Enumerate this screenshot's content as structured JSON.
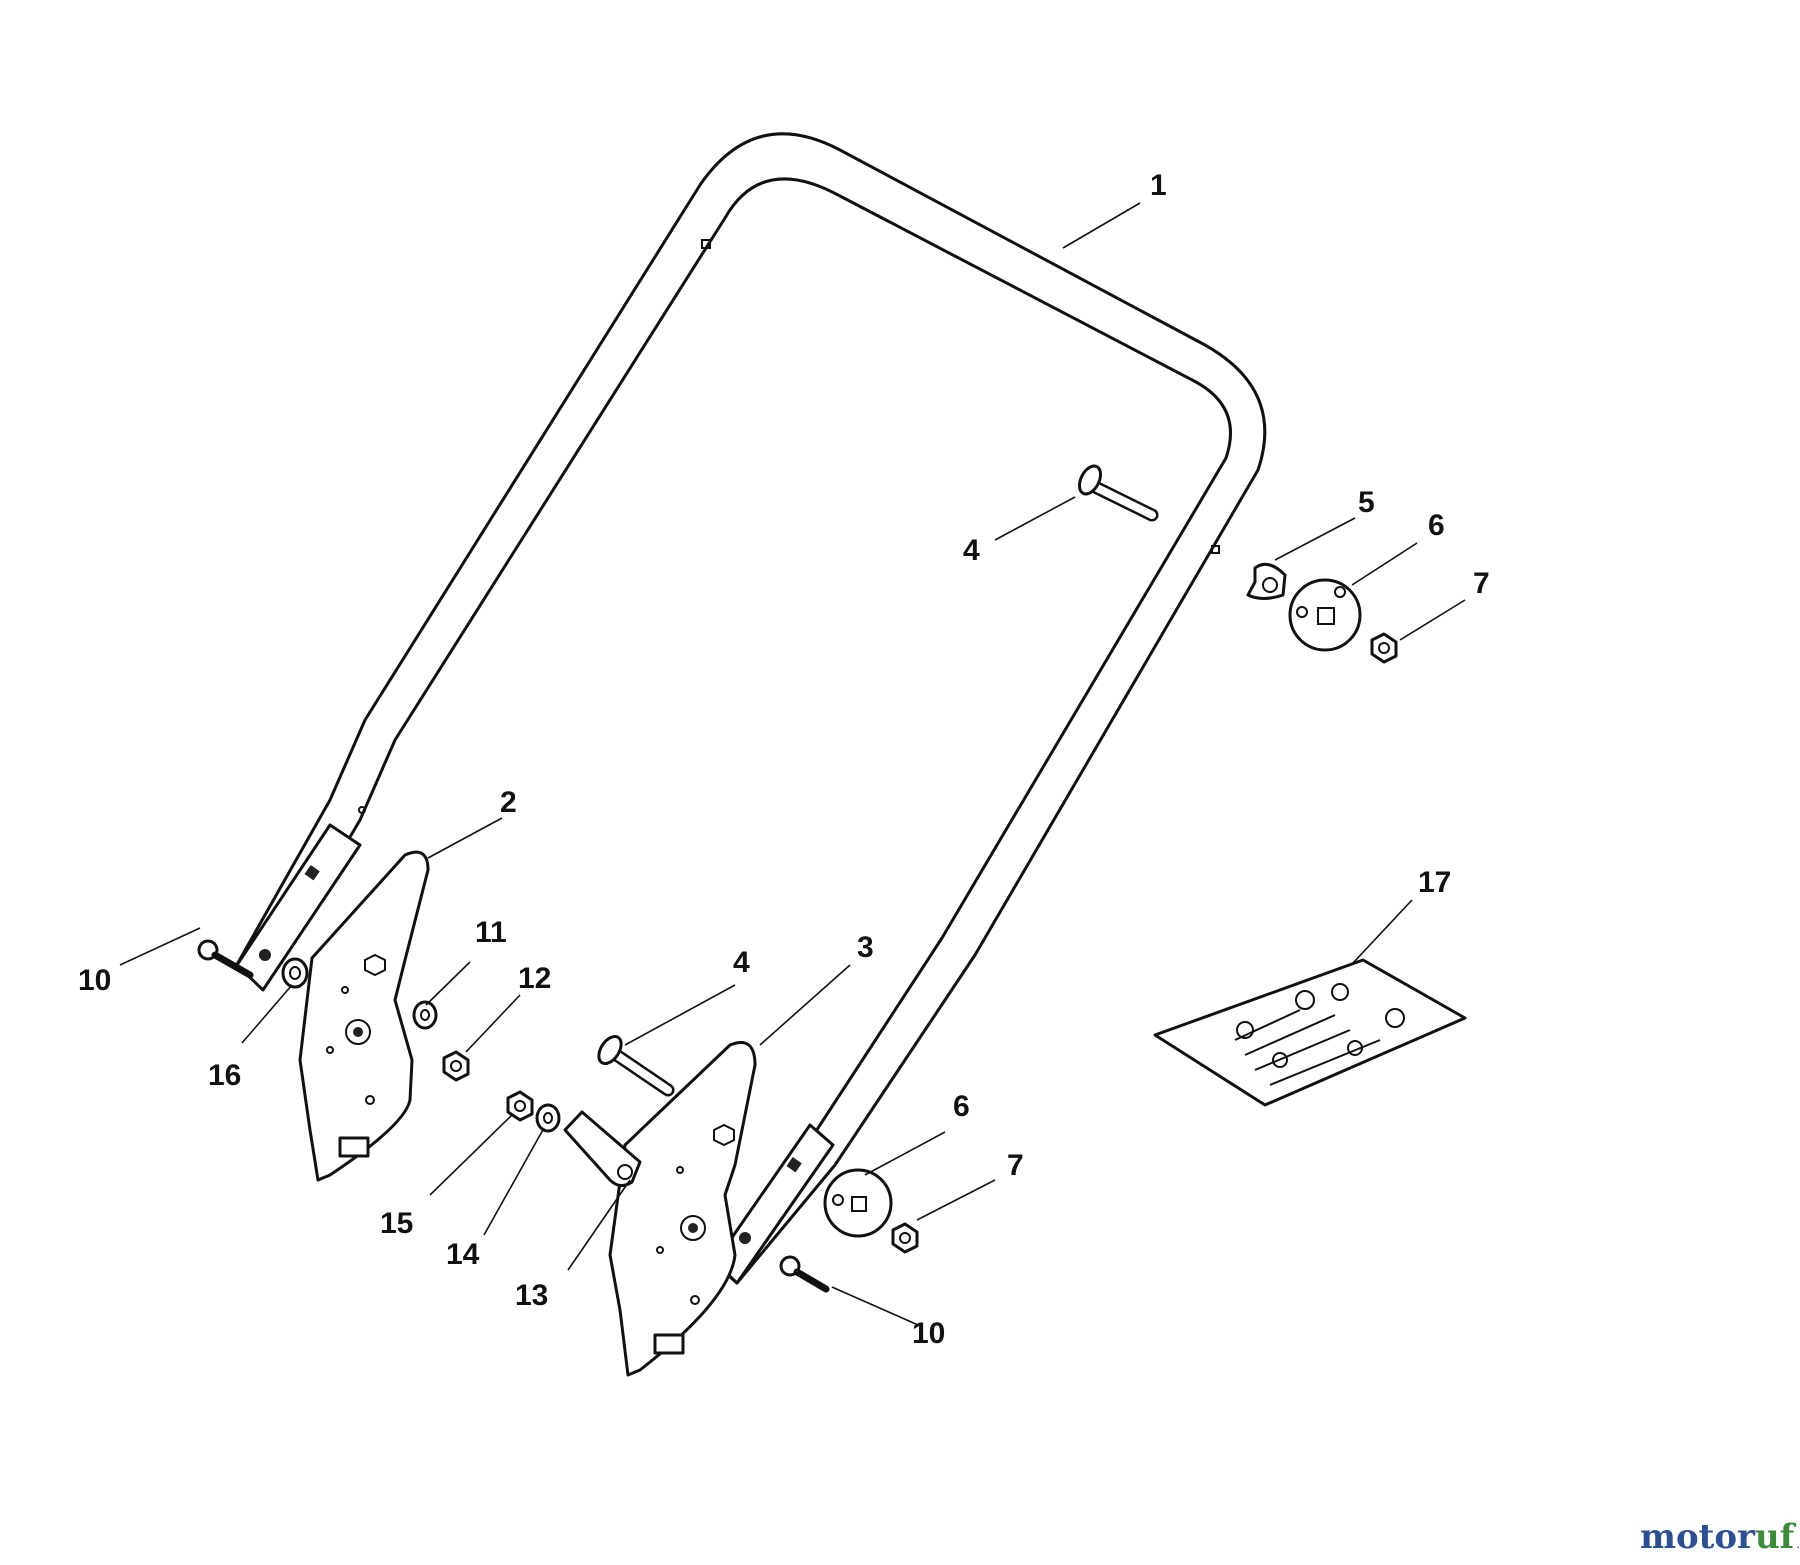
{
  "callouts": [
    {
      "id": "c1",
      "label": "1"
    },
    {
      "id": "c2",
      "label": "2"
    },
    {
      "id": "c3",
      "label": "3"
    },
    {
      "id": "c4a",
      "label": "4"
    },
    {
      "id": "c4b",
      "label": "4"
    },
    {
      "id": "c5",
      "label": "5"
    },
    {
      "id": "c6a",
      "label": "6"
    },
    {
      "id": "c6b",
      "label": "6"
    },
    {
      "id": "c7a",
      "label": "7"
    },
    {
      "id": "c7b",
      "label": "7"
    },
    {
      "id": "c10a",
      "label": "10"
    },
    {
      "id": "c10b",
      "label": "10"
    },
    {
      "id": "c11",
      "label": "11"
    },
    {
      "id": "c12",
      "label": "12"
    },
    {
      "id": "c13",
      "label": "13"
    },
    {
      "id": "c14",
      "label": "14"
    },
    {
      "id": "c15",
      "label": "15"
    },
    {
      "id": "c16",
      "label": "16"
    },
    {
      "id": "c17",
      "label": "17"
    }
  ],
  "watermark": {
    "brand": "motoruf",
    "tld": ".de",
    "colors": {
      "motor": "#2d4e8f",
      "uf": "#3d8a3d"
    }
  }
}
